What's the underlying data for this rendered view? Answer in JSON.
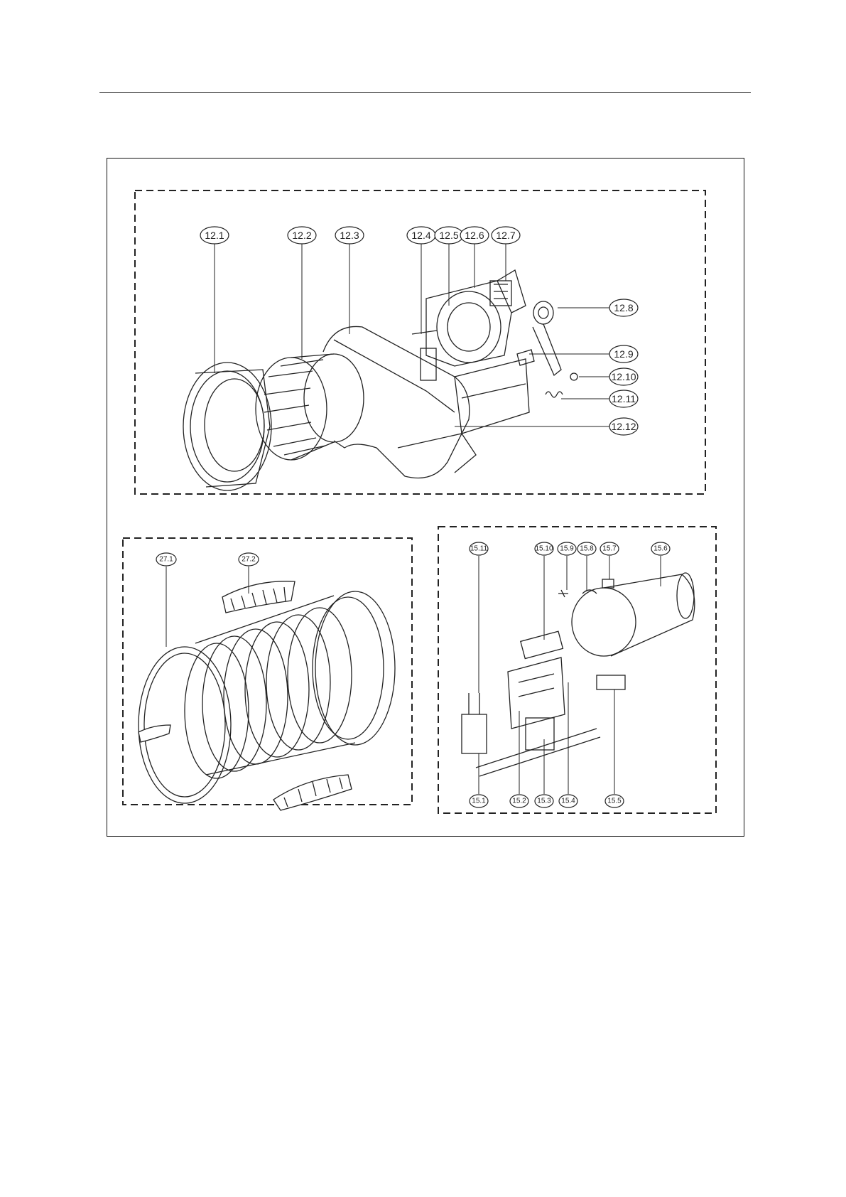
{
  "colors": {
    "ink": "#222222",
    "background": "#ffffff"
  },
  "groups": {
    "blower_motor": {
      "labels": [
        "12.1",
        "12.2",
        "12.3",
        "12.4",
        "12.5",
        "12.6",
        "12.7",
        "12.8",
        "12.9",
        "12.10",
        "12.11",
        "12.12"
      ]
    },
    "drum": {
      "labels": [
        "27.1",
        "27.2"
      ]
    },
    "burner": {
      "labels": [
        "15.11",
        "15.10",
        "15.9",
        "15.8",
        "15.7",
        "15.6",
        "15.1",
        "15.2",
        "15.3",
        "15.4",
        "15.5"
      ]
    }
  }
}
